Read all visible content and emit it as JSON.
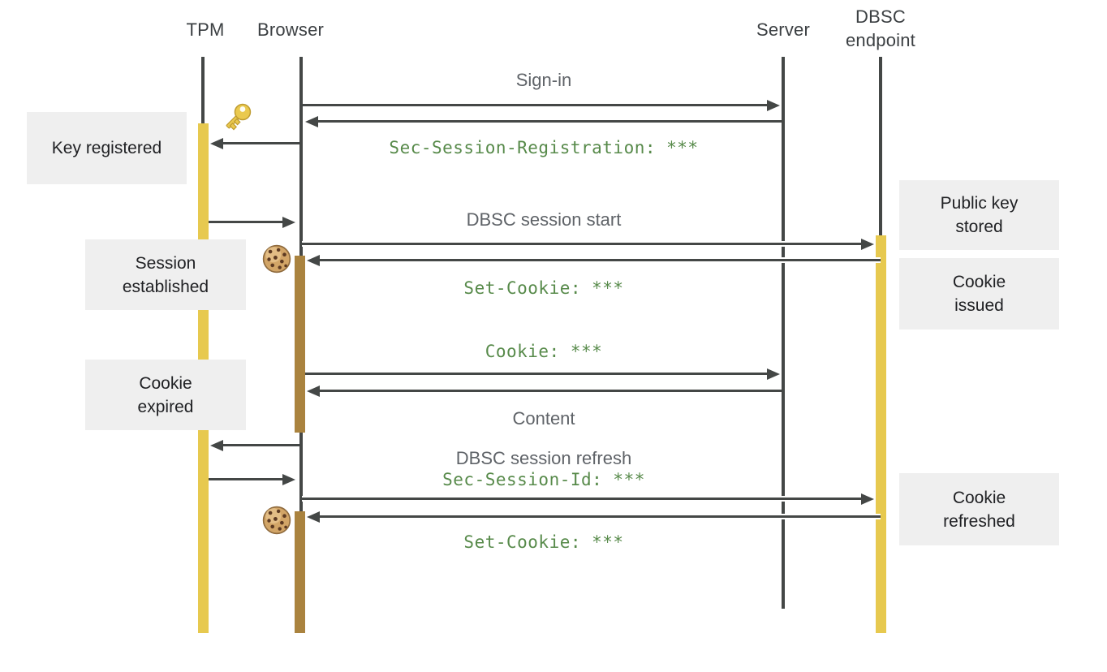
{
  "participants": [
    {
      "line1": "TPM",
      "line2": ""
    },
    {
      "line1": "Browser",
      "line2": ""
    },
    {
      "line1": "Server",
      "line2": ""
    },
    {
      "line1": "DBSC",
      "line2": "endpoint"
    }
  ],
  "messages": [
    {
      "text": "Sign-in",
      "style": "plain"
    },
    {
      "text": "Sec-Session-Registration: ***",
      "style": "code"
    },
    {
      "text": "DBSC session start",
      "style": "plain"
    },
    {
      "text": "Set-Cookie: ***",
      "style": "code"
    },
    {
      "text": "Cookie: ***",
      "style": "code"
    },
    {
      "text": "Content",
      "style": "plain"
    },
    {
      "text": "DBSC session refresh",
      "style": "plain"
    },
    {
      "text": "Sec-Session-Id: ***",
      "style": "code"
    },
    {
      "text": "Set-Cookie: ***",
      "style": "code"
    }
  ],
  "state_boxes": [
    {
      "line1": "Key registered",
      "line2": ""
    },
    {
      "line1": "Session",
      "line2": "established"
    },
    {
      "line1": "Cookie",
      "line2": "expired"
    },
    {
      "line1": "Public key",
      "line2": "stored"
    },
    {
      "line1": "Cookie",
      "line2": "issued"
    },
    {
      "line1": "Cookie",
      "line2": "refreshed"
    }
  ],
  "icons": [
    {
      "name": "key-icon"
    },
    {
      "name": "cookie-icon"
    }
  ],
  "colors": {
    "line_dark": "#444746",
    "label_gray": "#5f6368",
    "participant_gray": "#3c4043",
    "text_dark": "#202124",
    "code_green": "#578a4a",
    "accent_yellow": "#e7c94f",
    "accent_brown": "#aa833f",
    "box_gray": "#efefef"
  }
}
